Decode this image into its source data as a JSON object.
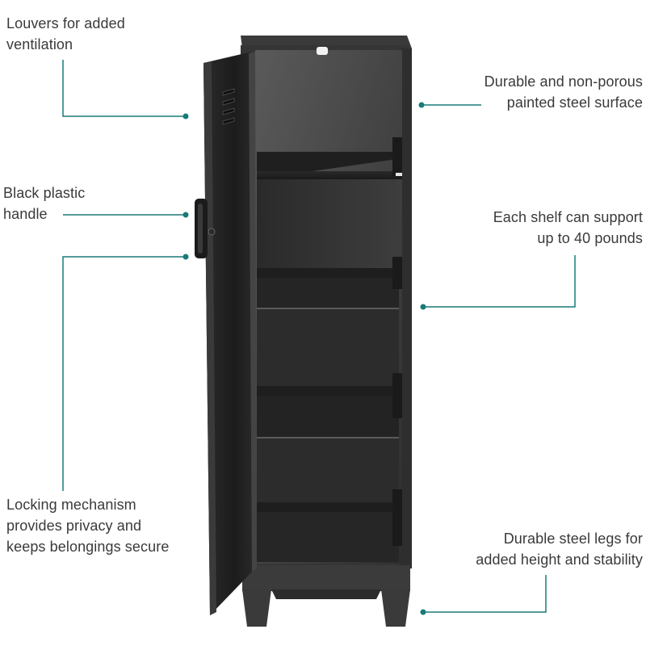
{
  "colors": {
    "accent": "#1a7a78",
    "cabinet": "#3c3c3c",
    "text": "#3a3a3a"
  },
  "callouts": {
    "louvers": {
      "line1": "Louvers for added",
      "line2": "ventilation"
    },
    "handle": {
      "line1": "Black plastic",
      "line2": "handle"
    },
    "lock": {
      "line1": "Locking mechanism",
      "line2": "provides privacy and",
      "line3": "keeps belongings secure"
    },
    "surface": {
      "line1": "Durable and non-porous",
      "line2": "painted steel surface"
    },
    "shelf": {
      "line1": "Each shelf can support",
      "line2": "up to 40 pounds"
    },
    "legs": {
      "line1": "Durable steel legs for",
      "line2": "added height and stability"
    }
  }
}
